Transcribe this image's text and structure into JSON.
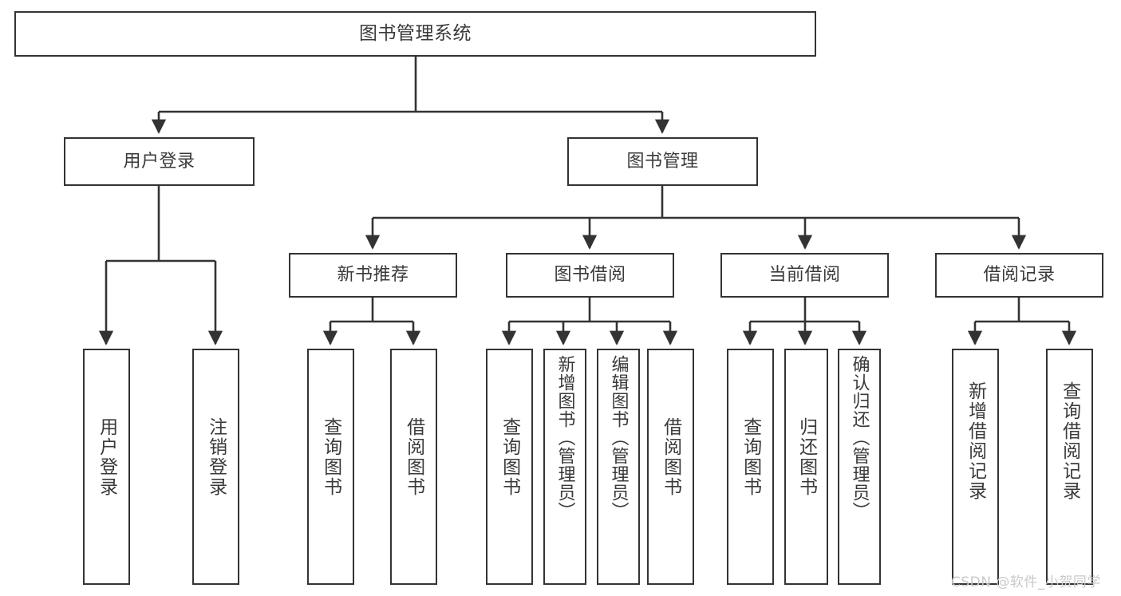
{
  "diagram": {
    "title": "图书管理系统",
    "type": "tree",
    "orientation": "top-down",
    "colors": {
      "box_border": "#333333",
      "box_fill": "#ffffff",
      "text": "#3a3a3a",
      "edge": "#333333",
      "watermark": "#c9c9c9",
      "background": "#ffffff"
    }
  },
  "nodes": {
    "root": {
      "label": "图书管理系统",
      "level": 0,
      "orientation": "horizontal"
    },
    "level1": [
      {
        "id": "user-login",
        "label": "用户登录",
        "orientation": "horizontal"
      },
      {
        "id": "book-manage",
        "label": "图书管理",
        "orientation": "horizontal"
      }
    ],
    "level2": [
      {
        "id": "new-book-recommend",
        "label": "新书推荐",
        "parent": "book-manage",
        "orientation": "horizontal"
      },
      {
        "id": "book-borrow",
        "label": "图书借阅",
        "parent": "book-manage",
        "orientation": "horizontal"
      },
      {
        "id": "current-borrow",
        "label": "当前借阅",
        "parent": "book-manage",
        "orientation": "horizontal"
      },
      {
        "id": "borrow-record",
        "label": "借阅记录",
        "parent": "book-manage",
        "orientation": "horizontal"
      }
    ],
    "level3": [
      {
        "id": "leaf-user-login",
        "label": "用户登录",
        "parent": "user-login",
        "orientation": "vertical"
      },
      {
        "id": "leaf-user-logout",
        "label": "注销登录",
        "parent": "user-login",
        "orientation": "vertical"
      },
      {
        "id": "leaf-query-book-1",
        "label": "查询图书",
        "parent": "new-book-recommend",
        "orientation": "vertical"
      },
      {
        "id": "leaf-borrow-book-1",
        "label": "借阅图书",
        "parent": "new-book-recommend",
        "orientation": "vertical"
      },
      {
        "id": "leaf-query-book-2",
        "label": "查询图书",
        "parent": "book-borrow",
        "orientation": "vertical"
      },
      {
        "id": "leaf-add-book",
        "label": "新增图书（管理员）",
        "parent": "book-borrow",
        "orientation": "vertical"
      },
      {
        "id": "leaf-edit-book",
        "label": "编辑图书（管理员）",
        "parent": "book-borrow",
        "orientation": "vertical"
      },
      {
        "id": "leaf-borrow-book-2",
        "label": "借阅图书",
        "parent": "book-borrow",
        "orientation": "vertical"
      },
      {
        "id": "leaf-query-book-3",
        "label": "查询图书",
        "parent": "current-borrow",
        "orientation": "vertical"
      },
      {
        "id": "leaf-return-book",
        "label": "归还图书",
        "parent": "current-borrow",
        "orientation": "vertical"
      },
      {
        "id": "leaf-confirm-return",
        "label": "确认归还（管理员）",
        "parent": "current-borrow",
        "orientation": "vertical"
      },
      {
        "id": "leaf-add-record",
        "label": "新增借阅记录",
        "parent": "borrow-record",
        "orientation": "vertical"
      },
      {
        "id": "leaf-query-record",
        "label": "查询借阅记录",
        "parent": "borrow-record",
        "orientation": "vertical"
      }
    ]
  },
  "watermark": {
    "text": "CSDN @软件_小贺同学"
  }
}
